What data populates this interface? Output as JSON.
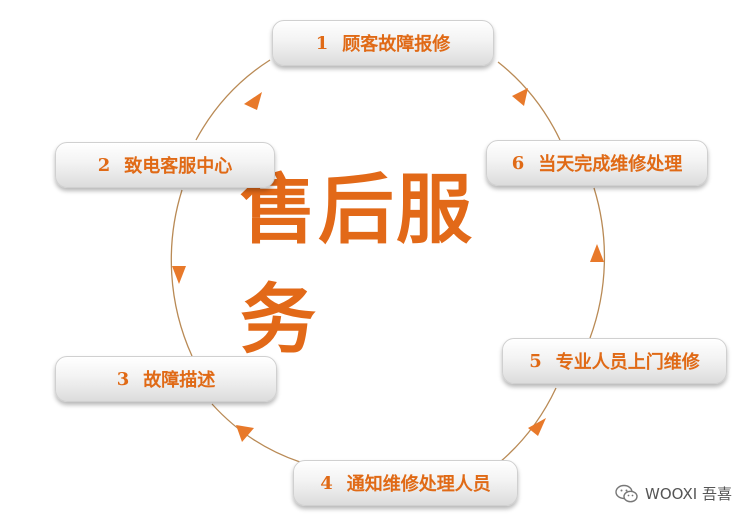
{
  "title": "售后服务",
  "steps": [
    {
      "num": "1",
      "label": "顾客故障报修"
    },
    {
      "num": "2",
      "label": "致电客服中心"
    },
    {
      "num": "3",
      "label": "故障描述"
    },
    {
      "num": "4",
      "label": "通知维修处理人员"
    },
    {
      "num": "5",
      "label": "专业人员上门维修"
    },
    {
      "num": "6",
      "label": "当天完成维修处理"
    }
  ],
  "watermark": {
    "text": "WOOXI 吾喜",
    "icon": "wechat-icon"
  },
  "colors": {
    "accent": "#e26918",
    "circle": "#b98a55"
  }
}
